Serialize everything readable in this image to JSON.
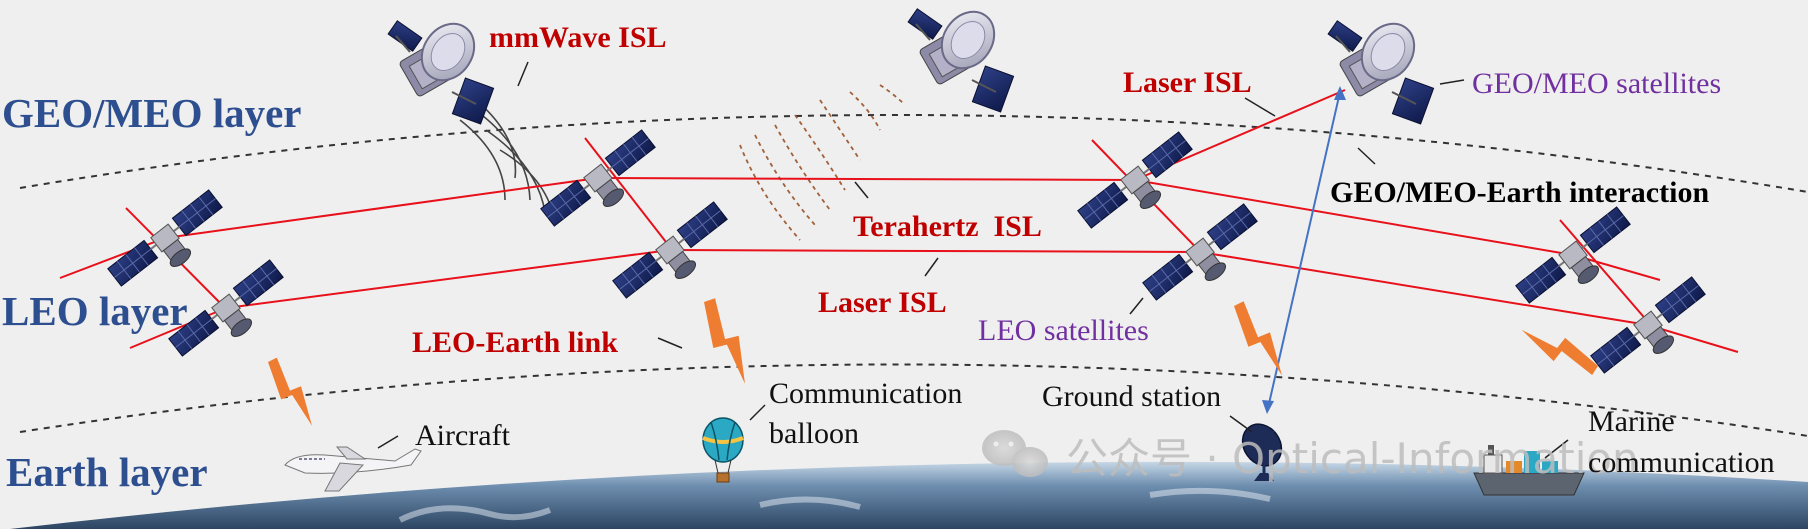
{
  "layers": {
    "geo_meo": "GEO/MEO layer",
    "leo": "LEO layer",
    "earth": "Earth layer"
  },
  "links": {
    "mmwave_isl": "mmWave ISL",
    "laser_isl_top": "Laser ISL",
    "terahertz_isl": "Terahertz  ISL",
    "laser_isl_mid": "Laser ISL",
    "leo_earth_link": "LEO-Earth link",
    "geo_meo_earth_interaction": "GEO/MEO-Earth interaction"
  },
  "nodes": {
    "geo_meo_satellites": "GEO/MEO satellites",
    "leo_satellites": "LEO satellites",
    "aircraft": "Aircraft",
    "balloon_line1": "Communication",
    "balloon_line2": "balloon",
    "ground_station": "Ground station",
    "marine_line1": "Marine",
    "marine_line2": "communication"
  },
  "watermark": "公众号 · Optical-Information",
  "colors": {
    "layer_label": "#2e4f8f",
    "link_label": "#c00000",
    "node_label_purple": "#7030a0",
    "laser_line": "#e8101a",
    "interaction_line": "#4472c4",
    "lightning": "#ee7d31"
  }
}
